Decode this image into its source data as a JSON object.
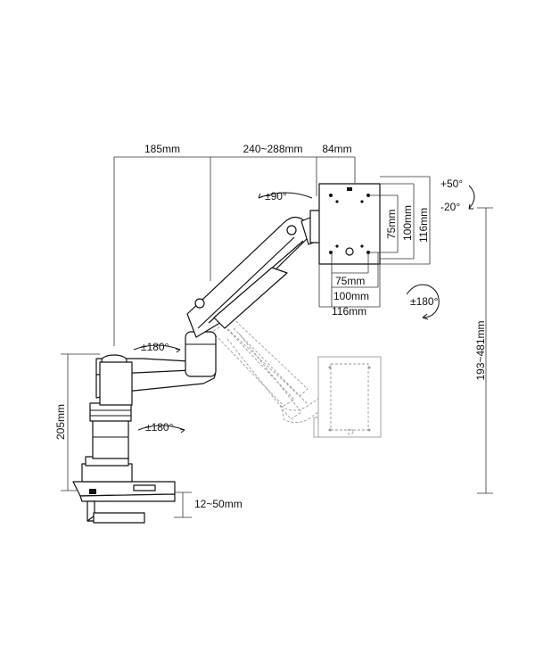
{
  "dimensions": {
    "base_to_pole": "185mm",
    "arm_reach": "240~288mm",
    "plate_offset": "84mm",
    "height_range": "193~481mm",
    "base_height": "205mm",
    "clamp_range": "12~50mm"
  },
  "vesa": {
    "horiz_75": "75mm",
    "horiz_100": "100mm",
    "horiz_116": "116mm",
    "vert_75": "75mm",
    "vert_100": "100mm",
    "vert_116": "116mm"
  },
  "rotations": {
    "swivel_head": "±90°",
    "rotate_screen": "±180°",
    "arm_joint": "±180°",
    "base_joint": "±180°",
    "tilt_up": "+50°",
    "tilt_down": "-20°"
  }
}
